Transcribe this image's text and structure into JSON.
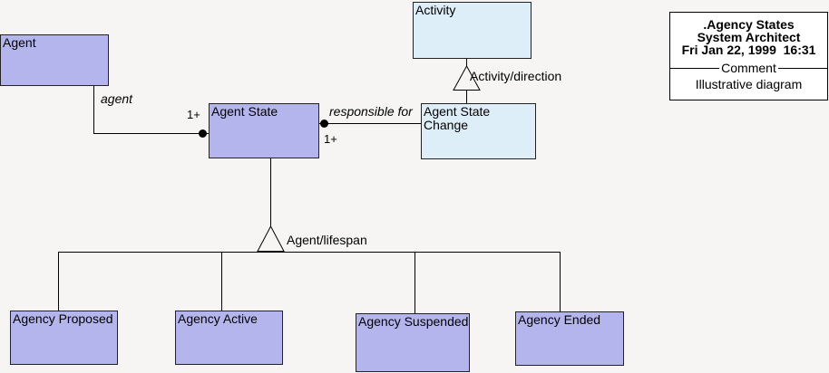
{
  "diagram": {
    "background_color": "#f6f5f4",
    "line_color": "#000000",
    "node_fill_purple": "#b5b5ee",
    "node_fill_blue": "#deeef8",
    "nodes": {
      "agent": {
        "label": "Agent",
        "fill": "#b5b5ee"
      },
      "activity": {
        "label": "Activity",
        "fill": "#deeef8"
      },
      "agent_state": {
        "label": "Agent State",
        "fill": "#b5b5ee"
      },
      "agent_state_change": {
        "label": "Agent State Change",
        "fill": "#deeef8"
      },
      "agency_proposed": {
        "label": "Agency Proposed",
        "fill": "#b5b5ee"
      },
      "agency_active": {
        "label": "Agency Active",
        "fill": "#b5b5ee"
      },
      "agency_suspended": {
        "label": "Agency Suspended",
        "fill": "#b5b5ee"
      },
      "agency_ended": {
        "label": "Agency Ended",
        "fill": "#b5b5ee"
      }
    },
    "edges": {
      "agent": {
        "label": "agent",
        "multiplicity": "1+"
      },
      "responsible_for": {
        "label": "responsible for",
        "multiplicity": "1+"
      },
      "activity_direction": {
        "label": "Activity/direction"
      },
      "agent_lifespan": {
        "label": "Agent/lifespan"
      }
    },
    "title_block": {
      "title": ".Agency States",
      "tool": "System Architect",
      "timestamp": "Fri Jan 22, 1999  16:31",
      "section_label": "Comment",
      "comment": "Illustrative diagram"
    }
  }
}
